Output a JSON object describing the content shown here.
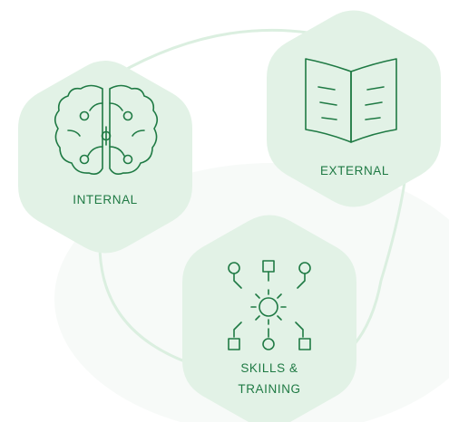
{
  "colors": {
    "hex_fill": "#e2f2e6",
    "connector": "#dbefe0",
    "accent": "#1f7a44",
    "background": "#ffffff"
  },
  "nodes": {
    "internal": {
      "label": "INTERNAL",
      "icon": "brain-circuit-icon"
    },
    "external": {
      "label": "EXTERNAL",
      "icon": "open-book-icon"
    },
    "skills": {
      "label_line1": "SKILLS &",
      "label_line2": "TRAINING",
      "icon": "network-hub-icon"
    }
  }
}
